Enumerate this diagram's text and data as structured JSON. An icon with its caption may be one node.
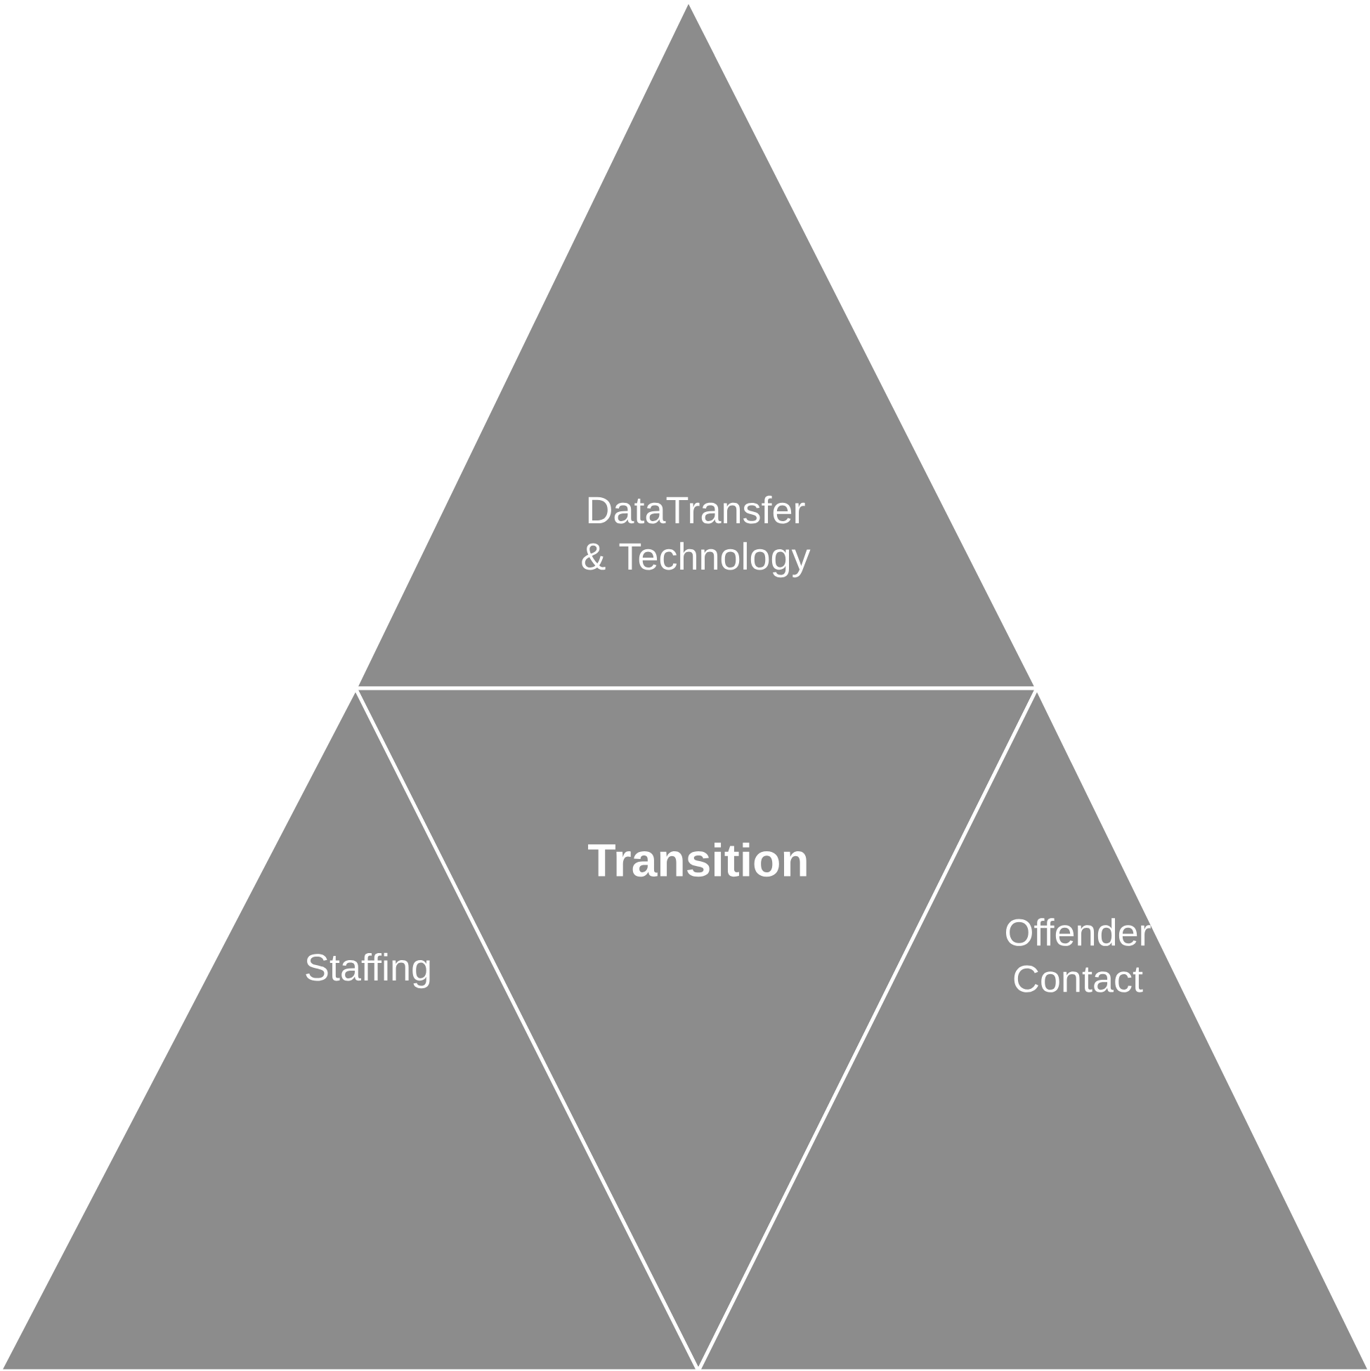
{
  "diagram": {
    "nodes": [
      {
        "text": [
          "DataTransfer & Technology"
        ]
      },
      {
        "text": [
          "**Transition**"
        ]
      },
      {
        "text": [
          "Staffing"
        ]
      },
      {
        "text": [
          "Offender Contact"
        ]
      }
    ]
  }
}
